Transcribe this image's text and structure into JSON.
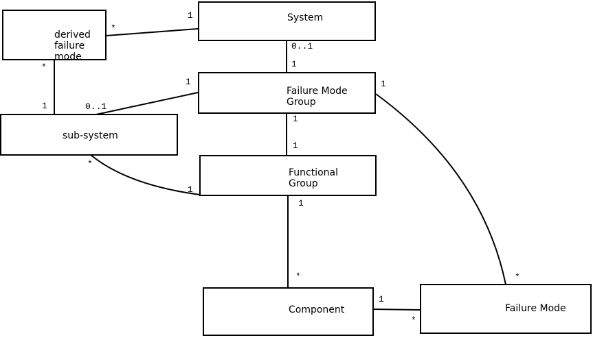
{
  "diagram": {
    "type": "uml-class-diagram",
    "background_color": "#ffffff",
    "line_color": "#000000",
    "nodes": {
      "derived_failure_mode": {
        "lines": [
          "derived",
          "failure",
          "mode"
        ]
      },
      "system": {
        "label": "System"
      },
      "failure_mode_group": {
        "lines": [
          "Failure Mode",
          "Group"
        ]
      },
      "sub_system": {
        "label": "sub-system"
      },
      "functional_group": {
        "lines": [
          "Functional",
          "Group"
        ]
      },
      "component": {
        "label": "Component"
      },
      "failure_mode": {
        "label": "Failure Mode"
      }
    },
    "edges": {
      "system__derived_failure_mode": {
        "at_system": "1",
        "at_derived_failure_mode": "*"
      },
      "system__failure_mode_group": {
        "at_system": "0..1",
        "at_failure_mode_group": "1"
      },
      "derived_failure_mode__sub_system": {
        "at_derived_failure_mode": "*",
        "at_sub_system": "1"
      },
      "sub_system__failure_mode_group": {
        "at_sub_system": "0..1",
        "at_failure_mode_group": "1"
      },
      "failure_mode_group__functional_group": {
        "at_failure_mode_group": "1",
        "at_functional_group": "1"
      },
      "sub_system__functional_group": {
        "at_sub_system": "*",
        "at_functional_group": "1"
      },
      "functional_group__component": {
        "at_functional_group": "1",
        "at_component": "*"
      },
      "component__failure_mode": {
        "at_component": "1",
        "at_failure_mode": "*"
      },
      "failure_mode_group__failure_mode": {
        "at_failure_mode_group": "1",
        "at_failure_mode": "*"
      }
    }
  }
}
